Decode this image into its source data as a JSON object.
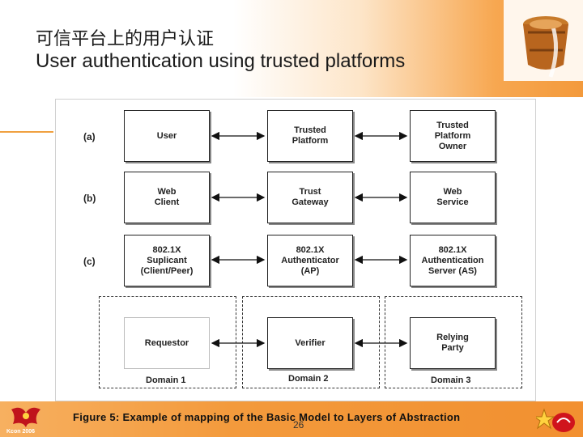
{
  "title": {
    "zh": "可信平台上的用户认证",
    "en": "User authentication using trusted platforms"
  },
  "rows": [
    {
      "label": "(a)",
      "boxes": [
        "User",
        "Trusted\nPlatform",
        "Trusted\nPlatform\nOwner"
      ]
    },
    {
      "label": "(b)",
      "boxes": [
        "Web\nClient",
        "Trust\nGateway",
        "Web\nService"
      ]
    },
    {
      "label": "(c)",
      "boxes": [
        "802.1X\nSuplicant\n(Client/Peer)",
        "802.1X\nAuthenticator\n(AP)",
        "802.1X\nAuthentication\nServer (AS)"
      ]
    }
  ],
  "domains": [
    {
      "box": "Requestor",
      "label": "Domain 1"
    },
    {
      "box": "Verifier",
      "label": "Domain 2"
    },
    {
      "box": "Relying\nParty",
      "label": "Domain 3"
    }
  ],
  "caption": "Figure 5: Example of mapping of the Basic Model to Layers of Abstraction",
  "page_number": "26",
  "footer_logo_text": "Kcon 2006",
  "colors": {
    "accent": "#f39a3c"
  }
}
